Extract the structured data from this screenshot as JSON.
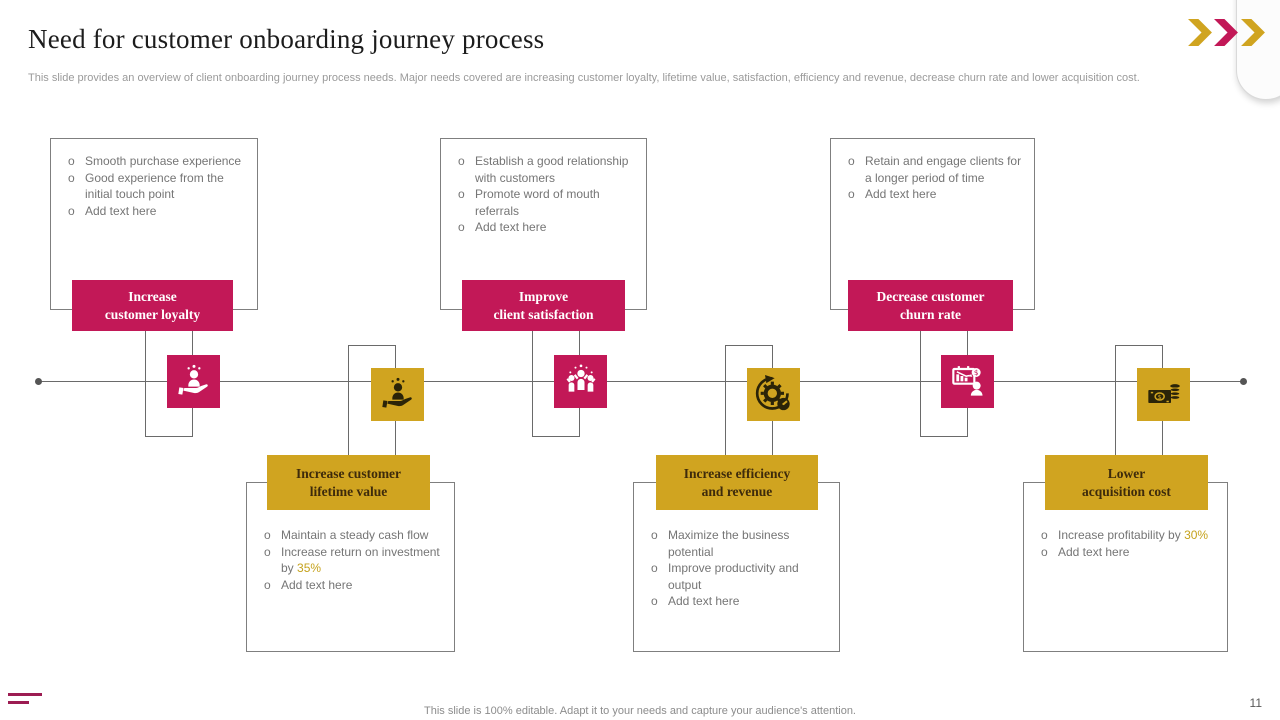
{
  "slide": {
    "title": "Need for customer onboarding journey process",
    "subtitle": "This slide provides an overview of client onboarding journey process needs. Major needs covered are increasing customer loyalty, lifetime value, satisfaction, efficiency and revenue, decrease churn rate and lower acquisition cost.",
    "footer_note": "This slide is 100% editable. Adapt it to your needs and capture your audience's attention.",
    "page_number": "11",
    "bullet_marker": "o"
  },
  "colors": {
    "pink": "#c21857",
    "gold": "#d0a420",
    "gold_label_text": "#3e2b0b",
    "bullet_text": "#757575",
    "highlight": "#c5a21c",
    "box_border": "#7f7f7f",
    "timeline_line": "#6a6a6a",
    "footer_accent": "#9c1c52"
  },
  "decorations": {
    "chevrons": [
      {
        "name": "chevron-right-icon",
        "theme": "gold"
      },
      {
        "name": "chevron-right-icon",
        "theme": "pink"
      },
      {
        "name": "chevron-right-icon",
        "theme": "gold"
      }
    ]
  },
  "timeline": {
    "milestones": [
      {
        "id": 1,
        "side": "top",
        "theme": "pink",
        "icon": "hand-presenting-person-icon",
        "label_lines": [
          "Increase",
          "customer loyalty"
        ],
        "bullets": [
          [
            {
              "text": "Smooth purchase experience"
            }
          ],
          [
            {
              "text": "Good experience from the initial touch point"
            }
          ],
          [
            {
              "text": "Add text here"
            }
          ]
        ]
      },
      {
        "id": 2,
        "side": "bottom",
        "theme": "gold",
        "icon": "hand-holding-person-icon",
        "label_lines": [
          "Increase customer",
          "lifetime value"
        ],
        "bullets": [
          [
            {
              "text": "Maintain a steady cash flow"
            }
          ],
          [
            {
              "text": "Increase return on investment by "
            },
            {
              "text": "35%",
              "highlight": true
            }
          ],
          [
            {
              "text": "Add text here"
            }
          ]
        ]
      },
      {
        "id": 3,
        "side": "top",
        "theme": "pink",
        "icon": "celebrating-team-icon",
        "label_lines": [
          "Improve",
          "client satisfaction"
        ],
        "bullets": [
          [
            {
              "text": "Establish a good relationship with customers"
            }
          ],
          [
            {
              "text": "Promote word of mouth referrals"
            }
          ],
          [
            {
              "text": "Add text here"
            }
          ]
        ]
      },
      {
        "id": 4,
        "side": "bottom",
        "theme": "gold",
        "icon": "gear-optimization-icon",
        "label_lines": [
          "Increase efficiency",
          "and revenue"
        ],
        "bullets": [
          [
            {
              "text": "Maximize the business potential"
            }
          ],
          [
            {
              "text": "Improve productivity and output"
            }
          ],
          [
            {
              "text": "Add text here"
            }
          ]
        ]
      },
      {
        "id": 5,
        "side": "top",
        "theme": "pink",
        "icon": "declining-chart-presenter-icon",
        "label_lines": [
          "Decrease customer",
          "churn rate"
        ],
        "bullets": [
          [
            {
              "text": "Retain and engage clients for a longer period of time"
            }
          ],
          [
            {
              "text": "Add text here"
            }
          ]
        ]
      },
      {
        "id": 6,
        "side": "bottom",
        "theme": "gold",
        "icon": "cash-and-coins-icon",
        "label_lines": [
          "Lower",
          "acquisition cost"
        ],
        "bullets": [
          [
            {
              "text": "Increase profitability by "
            },
            {
              "text": "30%",
              "highlight": true
            }
          ],
          [
            {
              "text": "Add text here"
            }
          ]
        ]
      }
    ]
  }
}
